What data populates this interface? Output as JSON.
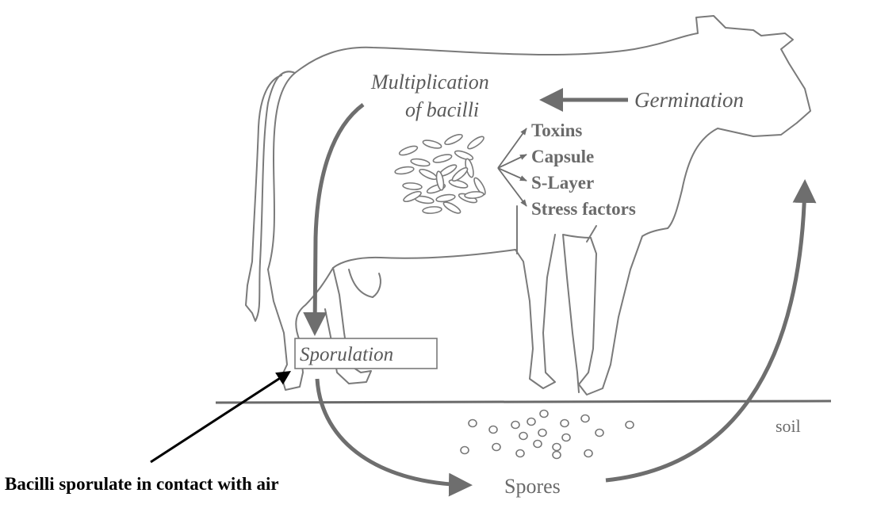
{
  "labels": {
    "multiplication_line1": "Multiplication",
    "multiplication_line2": "of bacilli",
    "germination": "Germination",
    "toxins": "Toxins",
    "capsule": "Capsule",
    "s_layer": "S-Layer",
    "stress_factors": "Stress factors",
    "sporulation": "Sporulation",
    "soil": "soil",
    "spores": "Spores",
    "bacilli_note": "Bacilli sporulate in contact with air"
  },
  "colors": {
    "outline": "#7a7a7a",
    "arrow": "#6e6e6e",
    "text": "#666666",
    "note": "#000000"
  }
}
